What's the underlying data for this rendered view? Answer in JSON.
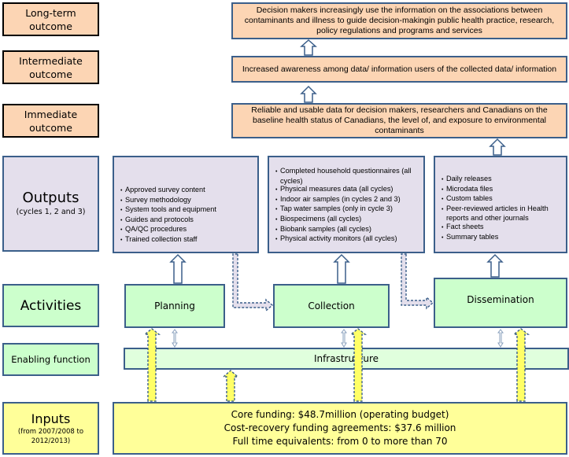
{
  "labels": {
    "long_term": [
      "Long-term",
      "outcome"
    ],
    "intermediate": [
      "Intermediate",
      "outcome"
    ],
    "immediate": [
      "Immediate",
      "outcome"
    ],
    "outputs": {
      "title": "Outputs",
      "sub": "(cycles 1, 2 and 3)"
    },
    "activities": "Activities",
    "enabling": "Enabling function",
    "inputs": {
      "title": "Inputs",
      "sub1": "(from 2007/2008 to",
      "sub2": "2012/2013)"
    }
  },
  "outcomes": {
    "long_term": "Decision makers increasingly use the information on the associations between contaminants and illness to guide decision-makingin public health practice, research, policy regulations and programs and services",
    "intermediate": "Increased awareness among data/ information users of the collected data/ information",
    "immediate": "Reliable and usable data for decision makers, researchers and Canadians on the baseline health status of Canadians, the level of, and  exposure to environmental contaminants"
  },
  "outputs": {
    "planning": [
      "Approved survey content",
      "Survey methodology",
      "System tools and equipment",
      "Guides and protocols",
      "QA/QC procedures",
      "Trained collection staff"
    ],
    "collection": [
      "Completed  household questionnaires (all cycles)",
      "Physical measures data (all cycles)",
      "Indoor air samples (in cycles 2 and 3)",
      "Tap water samples (only in cycle 3)",
      "Biospecimens (all cycles)",
      "Biobank samples (all cycles)",
      "Physical activity monitors (all cycles)"
    ],
    "dissemination": [
      "Daily releases",
      "Microdata files",
      "Custom tables",
      "Peer-reviewed articles in Health reports and other journals",
      "Fact sheets",
      "Summary tables"
    ]
  },
  "activities": {
    "planning": "Planning",
    "collection": "Collection",
    "dissemination": "Dissemination"
  },
  "enabling": {
    "infrastructure": "Infrastructure"
  },
  "inputs": {
    "core_funding": "Core funding:  $48.7million  (operating budget)",
    "cost_recovery": "Cost-recovery funding  agreements: $37.6 million",
    "fte": "Full time equivalents:  from 0 to more  than 70"
  },
  "colors": {
    "outcome_fill": "#fcd5b4",
    "output_fill": "#e4dfec",
    "activity_fill": "#ccffcc",
    "infrastructure_fill": "#e0ffdd",
    "input_fill": "#ffff99",
    "border": "#3b5f8a"
  }
}
